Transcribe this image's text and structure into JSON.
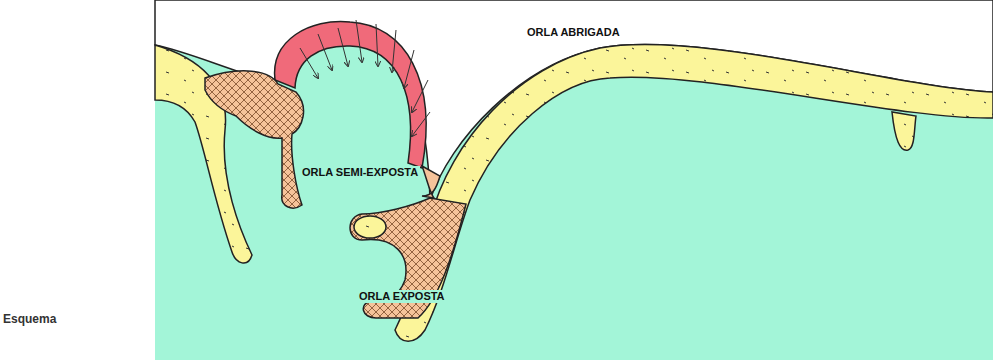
{
  "diagram": {
    "caption": "Esquema",
    "labels": [
      "ORLA ABRIGADA",
      "ORLA SEMI-EXPOSTA",
      "ORLA EXPOSTA"
    ]
  }
}
